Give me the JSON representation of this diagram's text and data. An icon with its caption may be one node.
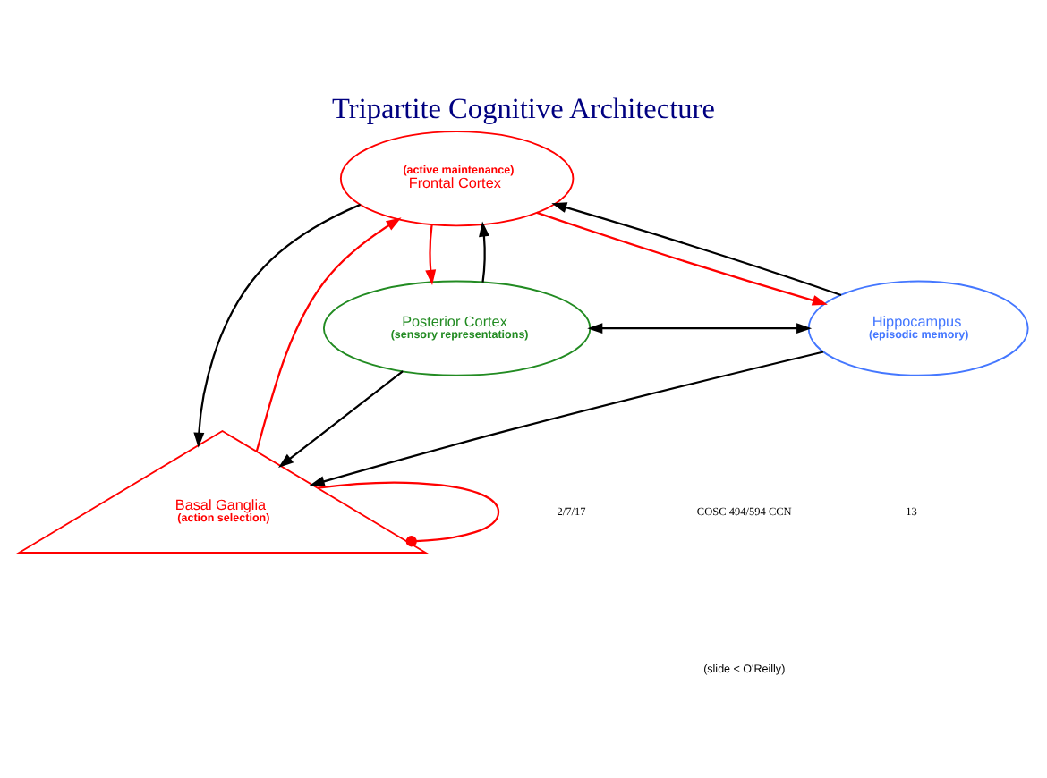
{
  "diagram": {
    "title": "Tripartite Cognitive Architecture",
    "nodes": [
      {
        "text": [
          "(active maintenance)",
          "Frontal Cortex"
        ]
      },
      {
        "text": [
          "Basal Ganglia",
          "(action selection)"
        ]
      },
      {
        "text": [
          "Posterior Cortex",
          "(sensory representations)"
        ]
      },
      {
        "text": [
          "Hippocampus",
          "(episodic memory)"
        ]
      }
    ],
    "edges": [
      {
        "from": 0,
        "to": 2,
        "arrow": "to",
        "color": "#ff0000"
      },
      {
        "from": 2,
        "to": 0,
        "arrow": "to"
      },
      {
        "from": 0,
        "to": 3,
        "arrow": "to",
        "color": "#ff0000"
      },
      {
        "from": 3,
        "to": 0,
        "arrow": "to"
      },
      {
        "from": 1,
        "to": 0,
        "arrow": "to",
        "color": "#ff0000"
      },
      {
        "from": 0,
        "to": 1,
        "arrow": "to"
      },
      {
        "from": 1,
        "to": 1,
        "arrow": "other",
        "color": "#ff0000"
      },
      {
        "from": 2,
        "to": 1,
        "arrow": "to"
      },
      {
        "from": 3,
        "to": 1,
        "arrow": "to"
      },
      {
        "from": 2,
        "to": 3,
        "arrow": "both"
      }
    ],
    "labels": [
      "2/7/17",
      "COSC 494/594 CCN",
      "13",
      "(slide < O'Reilly)"
    ]
  }
}
